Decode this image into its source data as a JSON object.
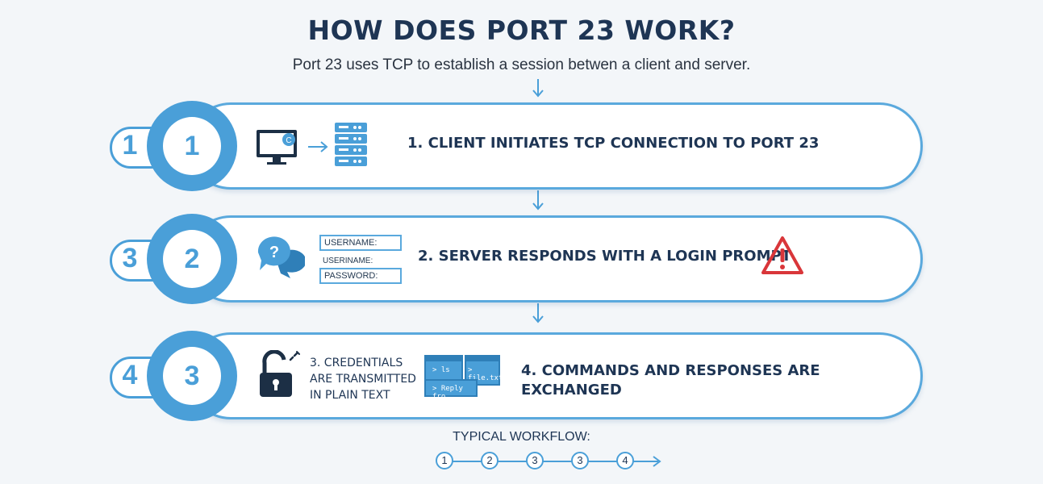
{
  "header": {
    "title": "HOW DOES PORT 23 WORK?",
    "subtitle": "Port 23 uses TCP to establish a session betwen a client and server."
  },
  "steps": [
    {
      "side_number": "1",
      "ring_number": "1",
      "text": "1. CLIENT INITIATES TCP CONNECTION TO PORT 23",
      "icons": [
        "computer-icon",
        "arrow-right-icon",
        "server-icon"
      ],
      "computer_badge": "C"
    },
    {
      "side_number": "3",
      "ring_number": "2",
      "text": "2. SERVER RESPONDS WITH A LOGIN PROMPT",
      "icons": [
        "chat-bubbles-question-icon",
        "warning-icon"
      ],
      "login_fields": {
        "username_label": "USERNAME:",
        "username_plain": "USERINAME:",
        "password_label": "PASSWORD:"
      }
    },
    {
      "side_number": "4",
      "ring_number": "3",
      "credentials_lines": [
        "3. CREDENTIALS",
        "ARE TRANSMITTED",
        "IN PLAIN TEXT"
      ],
      "text_lines": [
        "4. COMMANDS AND RESPONSES ARE",
        "EXCHANGED"
      ],
      "icons": [
        "unlocked-padlock-icon",
        "broken-link-icon",
        "terminal-windows-icon"
      ],
      "terminal": {
        "cmd_left": "> ls",
        "cmd_right": "> file.txt",
        "reply": "> Reply fro..."
      }
    }
  ],
  "workflow": {
    "label": "TYPICAL WORKFLOW:",
    "nodes": [
      "1",
      "2",
      "3",
      "3",
      "4"
    ]
  },
  "colors": {
    "accent": "#4a9fd8",
    "title": "#1e3554",
    "warning": "#d9363a",
    "background": "#f3f6f9"
  }
}
